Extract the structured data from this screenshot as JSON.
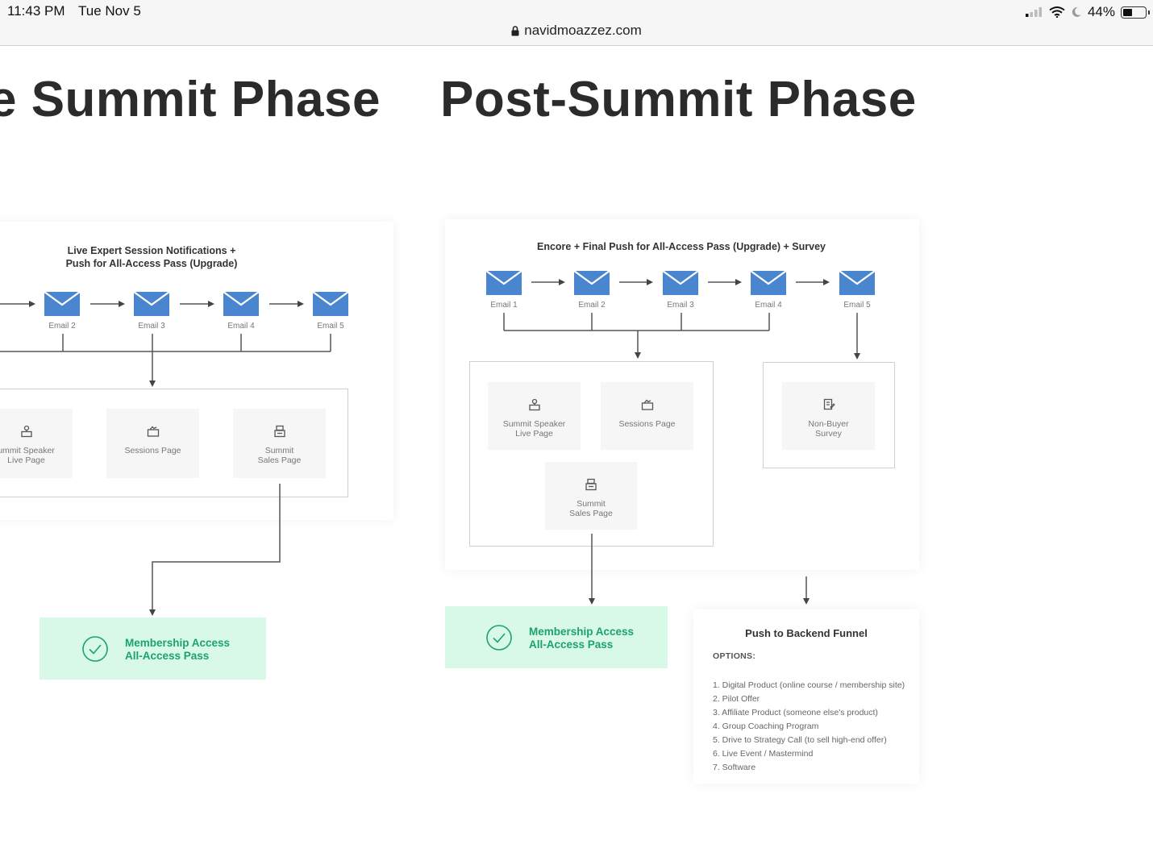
{
  "status_bar": {
    "time": "11:43 PM",
    "date": "Tue Nov 5",
    "url": "navidmoazzez.com",
    "battery_percent": "44%",
    "battery_level": 0.44,
    "icons": [
      "signal-icon",
      "wifi-icon",
      "moon-icon",
      "battery-icon",
      "lock-icon"
    ]
  },
  "left_phase": {
    "title": "e Summit Phase",
    "diagram_title": "Live Expert Session Notifications +\nPush for All-Access Pass (Upgrade)",
    "emails": [
      "Email 2",
      "Email 3",
      "Email 4",
      "Email 5"
    ],
    "pages": [
      "ummit Speaker\nLive Page",
      "Sessions Page",
      "Summit\nSales Page"
    ],
    "membership": "Membership Access\nAll-Access Pass"
  },
  "right_phase": {
    "title": "Post-Summit Phase",
    "diagram_title": "Encore + Final Push for All-Access Pass (Upgrade) + Survey",
    "emails": [
      "Email 1",
      "Email 2",
      "Email 3",
      "Email 4",
      "Email 5"
    ],
    "pages": [
      "Summit Speaker\nLive Page",
      "Sessions Page",
      "Summit\nSales Page"
    ],
    "survey": "Non-Buyer\nSurvey",
    "membership": "Membership Access\nAll-Access Pass",
    "backend": {
      "title": "Push to Backend Funnel",
      "options_label": "OPTIONS:",
      "options": [
        "1. Digital Product (online course / membership site)",
        "2. Pilot Offer",
        "3. Affiliate Product (someone else's product)",
        "4. Group Coaching Program",
        "5. Drive to Strategy Call (to sell high-end offer)",
        "6. Live Event / Mastermind",
        "7. Software"
      ]
    }
  },
  "colors": {
    "email_blue": "#4a86d0",
    "green_bg": "#d8f8e8",
    "green_text": "#1ca36a",
    "title": "#2b2b2b"
  }
}
